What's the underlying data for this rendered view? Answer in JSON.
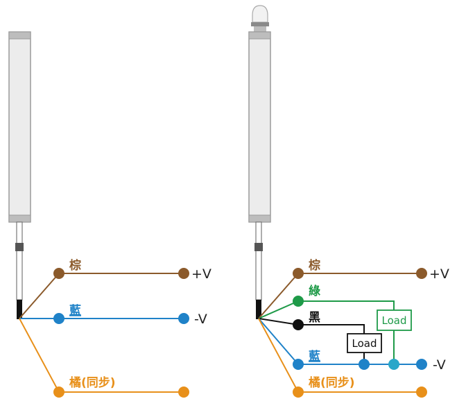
{
  "colors": {
    "brown": "#8b5a2b",
    "blue": "#1f82c8",
    "orange": "#e8901a",
    "green": "#1e9a48",
    "black": "#111111",
    "cyan": "#2aa7c9",
    "sensor_body": "#ececec",
    "sensor_outline": "#9a9a9a"
  },
  "left": {
    "wires": {
      "brown": "棕",
      "blue": "藍",
      "orange": "橘(同步)"
    },
    "terminals": {
      "plus_v": "+V",
      "minus_v": "-V"
    }
  },
  "right": {
    "wires": {
      "brown": "棕",
      "green": "綠",
      "black": "黑",
      "blue": "藍",
      "orange": "橘(同步)"
    },
    "terminals": {
      "plus_v": "+V",
      "minus_v": "-V"
    },
    "loads": {
      "green_load": "Load",
      "black_load": "Load"
    }
  }
}
